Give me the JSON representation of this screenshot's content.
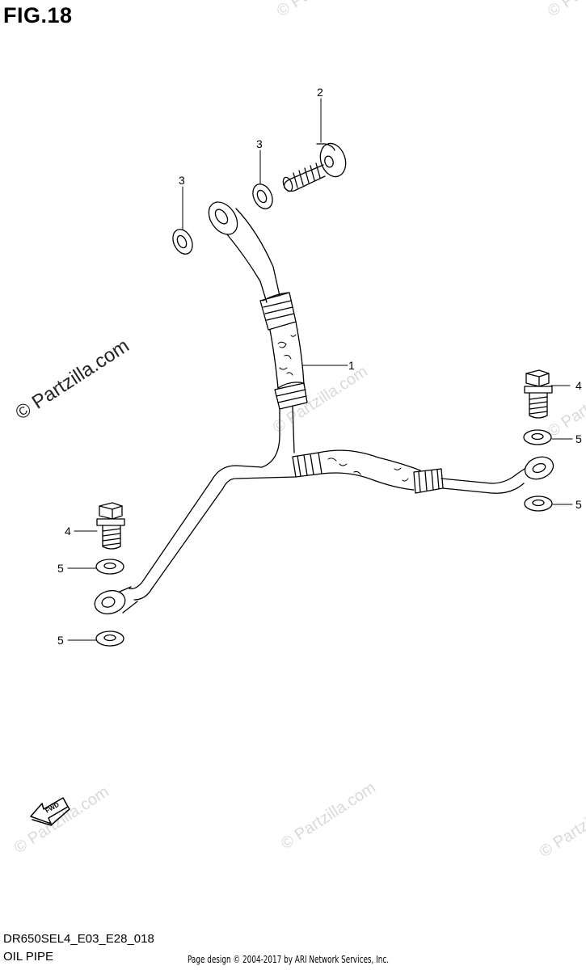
{
  "figure": {
    "title": "FIG.18",
    "diagram_code": "DR650SEL4_E03_E28_018",
    "diagram_name": "OIL PIPE"
  },
  "callouts": [
    {
      "id": "c-2",
      "label": "2"
    },
    {
      "id": "c-3a",
      "label": "3"
    },
    {
      "id": "c-3b",
      "label": "3"
    },
    {
      "id": "c-1",
      "label": "1"
    },
    {
      "id": "c-4a",
      "label": "4"
    },
    {
      "id": "c-5a",
      "label": "5"
    },
    {
      "id": "c-5b",
      "label": "5"
    },
    {
      "id": "c-4b",
      "label": "4"
    },
    {
      "id": "c-5c",
      "label": "5"
    },
    {
      "id": "c-5d",
      "label": "5"
    }
  ],
  "fwd_label": "FWD",
  "watermark": {
    "main": "© Partzilla.com",
    "faint": "© Partzilla.com"
  },
  "credit": "Page design © 2004-2017 by ARI Network Services, Inc."
}
